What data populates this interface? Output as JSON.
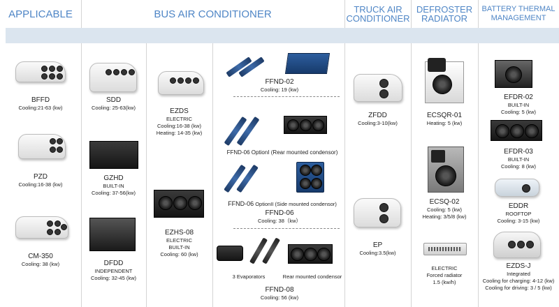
{
  "headers": {
    "applicable": "APPLICABLE",
    "bus": "BUS AIR CONDITIONER",
    "truck": "TRUCK AIR CONDITIONER",
    "defroster": "DEFROSTER RADIATOR",
    "battery": "BATTERY THERMAL MANAGEMENT"
  },
  "applicable": [
    {
      "name": "BFFD",
      "spec": "Cooling:21-63 (kw)"
    },
    {
      "name": "PZD",
      "spec": "Cooling:16-38 (kw)"
    },
    {
      "name": "CM-350",
      "spec": "Cooling: 38 (kw)"
    }
  ],
  "bus_col1": [
    {
      "name": "SDD",
      "spec": "Cooling: 25-63(kw)"
    },
    {
      "name": "GZHD",
      "sub": "BUILT-IN",
      "spec": "Cooling: 37-56(kw)"
    },
    {
      "name": "DFDD",
      "sub": "INDEPENDENT",
      "spec": "Cooling: 32-45 (kw)"
    }
  ],
  "bus_col2": [
    {
      "name": "EZDS",
      "sub": "ELECTRIC",
      "spec": "Cooling:16-38 (kw)",
      "spec2": "Heating: 14-35 (kw)"
    },
    {
      "name": "EZHS-08",
      "sub": "ELECTRIC",
      "sub2": "BUILT-IN",
      "spec": "Cooling: 60 (kw)"
    }
  ],
  "bus_col3": {
    "ffnd02_name": "FFND-02",
    "ffnd02_spec": "Cooling: 19 (kw)",
    "ffnd06_opt1": "FFND-06 OptionI (Rear mounted condensor)",
    "ffnd06_opt2_name": "FFND-06",
    "ffnd06_opt2_text": "OptionII (Side mounted condensor)",
    "ffnd06_name": "FFND-06",
    "ffnd06_spec": "Cooling: 38（kw）",
    "ffnd08_evap": "3 Evaporators",
    "ffnd08_cond": "Rear mounted condensor",
    "ffnd08_name": "FFND-08",
    "ffnd08_spec": "Cooling: 56 (kw)"
  },
  "truck": [
    {
      "name": "ZFDD",
      "spec": "Cooling:3-10(kw)"
    },
    {
      "name": "EP",
      "spec": "Cooling:3.5(kw)"
    }
  ],
  "defroster": [
    {
      "name": "ECSQR-01",
      "spec": "Heating: 5 (kw)"
    },
    {
      "name": "ECSQ-02",
      "spec": "Cooling: 5 (kw)",
      "spec2": "Heating: 3/5/8 (kw)"
    },
    {
      "name": "ELECTRIC",
      "sub": "Forced radiator",
      "spec": "1.5 (kw/h)"
    }
  ],
  "battery": [
    {
      "name": "EFDR-02",
      "sub": "BUILT-IN",
      "spec": "Cooling: 5 (kw)"
    },
    {
      "name": "EFDR-03",
      "sub": "BUILT-IN",
      "spec": "Cooling: 8 (kw)"
    },
    {
      "name": "EDDR",
      "sub": "ROOFTOP",
      "spec": "Cooling: 3-15 (kw)"
    },
    {
      "name": "EZDS-J",
      "sub": "Integrated",
      "spec": "Cooling for charging: 4-12 (kw)",
      "spec2": "Cooling for driving: 3 / 5 (kw)"
    }
  ]
}
